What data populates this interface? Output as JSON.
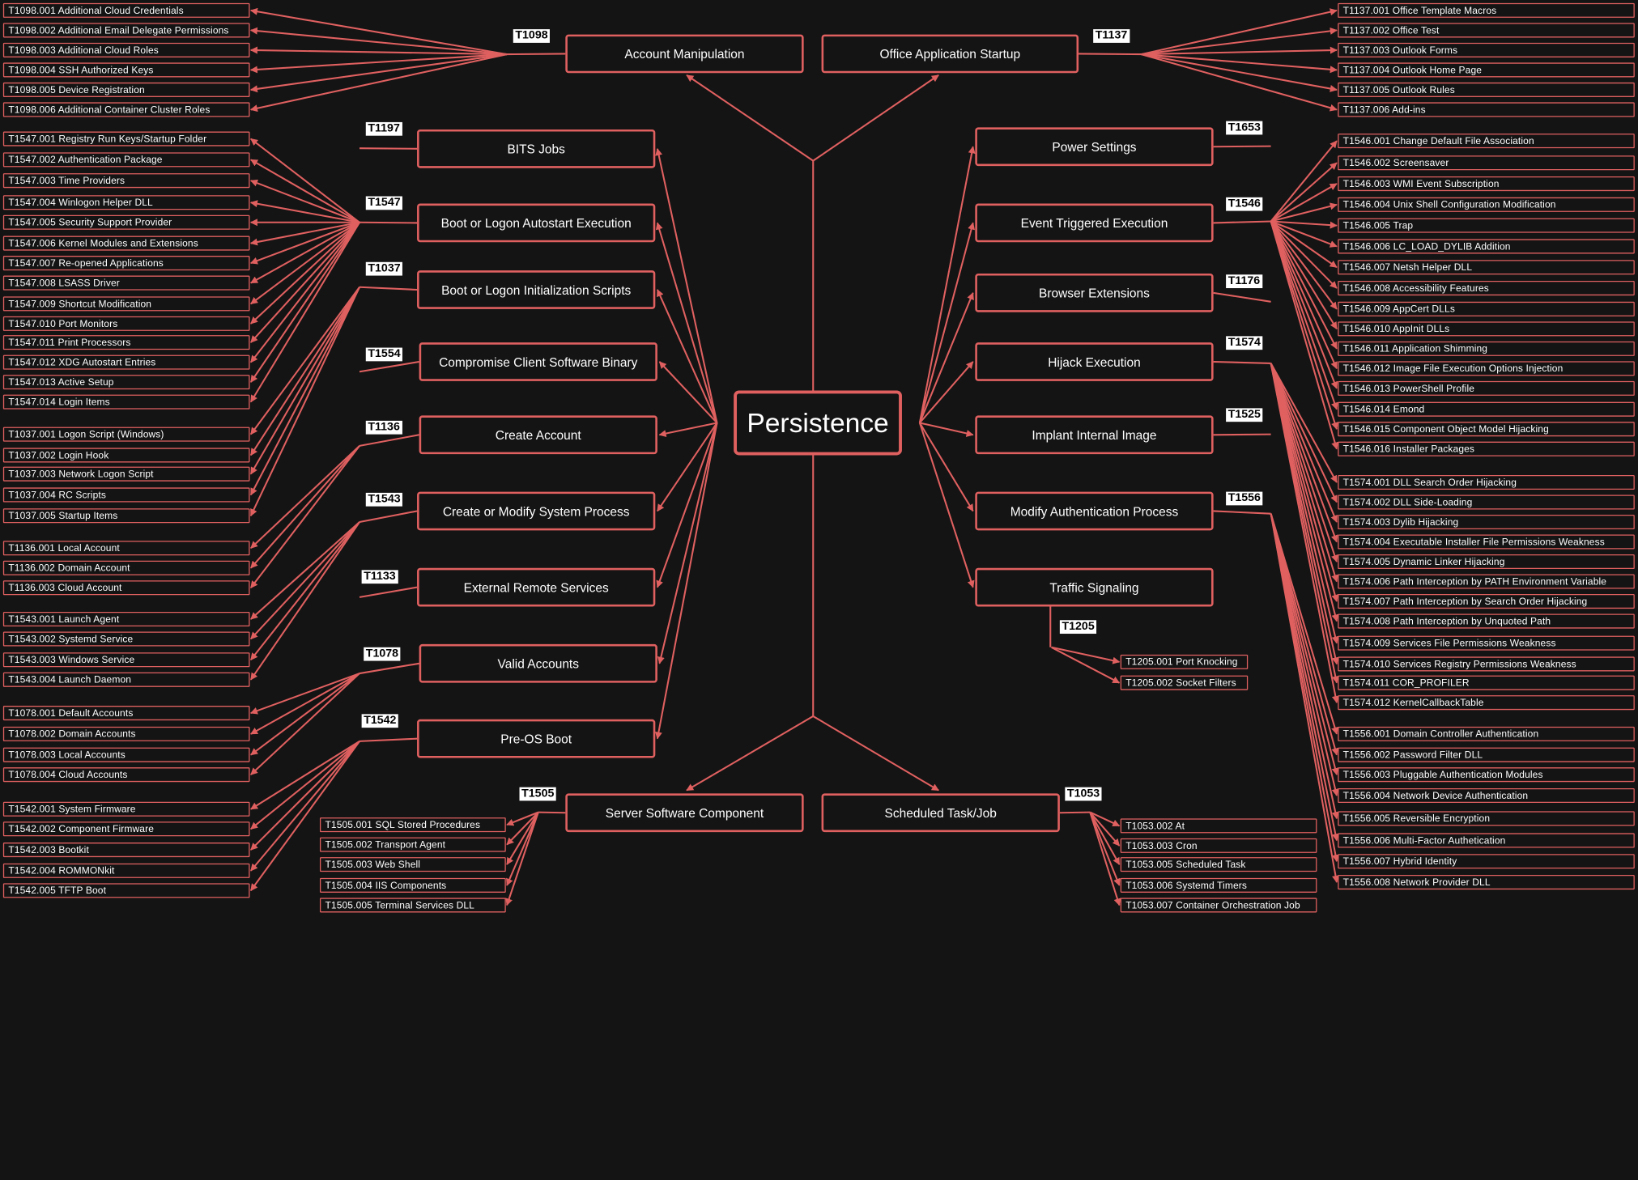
{
  "root": "Persistence",
  "techniques": [
    {
      "key": "t1098",
      "id": "T1098",
      "name": "Account Manipulation",
      "subs": [
        "T1098.001 Additional Cloud Credentials",
        "T1098.002 Additional Email Delegate Permissions",
        "T1098.003 Additional Cloud Roles",
        "T1098.004 SSH Authorized Keys",
        "T1098.005 Device Registration",
        "T1098.006 Additional Container Cluster Roles"
      ]
    },
    {
      "key": "t1137",
      "id": "T1137",
      "name": "Office Application Startup",
      "subs": [
        "T1137.001 Office Template Macros",
        "T1137.002 Office Test",
        "T1137.003 Outlook Forms",
        "T1137.004 Outlook Home Page",
        "T1137.005 Outlook Rules",
        "T1137.006 Add-ins"
      ]
    },
    {
      "key": "t1197",
      "id": "T1197",
      "name": "BITS Jobs",
      "subs": []
    },
    {
      "key": "t1547",
      "id": "T1547",
      "name": "Boot or Logon Autostart Execution",
      "subs": [
        "T1547.001 Registry Run Keys/Startup Folder",
        "T1547.002 Authentication Package",
        "T1547.003 Time Providers",
        "T1547.004 Winlogon Helper DLL",
        "T1547.005 Security Support Provider",
        "T1547.006 Kernel Modules and Extensions",
        "T1547.007 Re-opened Applications",
        "T1547.008 LSASS Driver",
        "T1547.009 Shortcut Modification",
        "T1547.010 Port Monitors",
        "T1547.011 Print Processors",
        "T1547.012 XDG Autostart Entries",
        "T1547.013 Active Setup",
        "T1547.014 Login Items"
      ]
    },
    {
      "key": "t1037",
      "id": "T1037",
      "name": "Boot or Logon Initialization Scripts",
      "subs": [
        "T1037.001 Logon Script (Windows)",
        "T1037.002 Login Hook",
        "T1037.003 Network Logon Script",
        "T1037.004 RC Scripts",
        "T1037.005 Startup Items"
      ]
    },
    {
      "key": "t1554",
      "id": "T1554",
      "name": "Compromise Client Software Binary",
      "subs": []
    },
    {
      "key": "t1136",
      "id": "T1136",
      "name": "Create Account",
      "subs": [
        "T1136.001 Local Account",
        "T1136.002 Domain Account",
        "T1136.003 Cloud Account"
      ]
    },
    {
      "key": "t1543",
      "id": "T1543",
      "name": "Create or Modify System Process",
      "subs": [
        "T1543.001 Launch Agent",
        "T1543.002 Systemd Service",
        "T1543.003 Windows Service",
        "T1543.004 Launch Daemon"
      ]
    },
    {
      "key": "t1133",
      "id": "T1133",
      "name": "External Remote Services",
      "subs": []
    },
    {
      "key": "t1078",
      "id": "T1078",
      "name": "Valid Accounts",
      "subs": [
        "T1078.001 Default Accounts",
        "T1078.002 Domain Accounts",
        "T1078.003 Local Accounts",
        "T1078.004 Cloud Accounts"
      ]
    },
    {
      "key": "t1542",
      "id": "T1542",
      "name": "Pre-OS Boot",
      "subs": [
        "T1542.001 System Firmware",
        "T1542.002 Component Firmware",
        "T1542.003 Bootkit",
        "T1542.004 ROMMONkit",
        "T1542.005 TFTP Boot"
      ]
    },
    {
      "key": "t1505",
      "id": "T1505",
      "name": "Server Software Component",
      "subs": [
        "T1505.001 SQL Stored Procedures",
        "T1505.002 Transport Agent",
        "T1505.003 Web Shell",
        "T1505.004 IIS Components",
        "T1505.005 Terminal Services DLL"
      ]
    },
    {
      "key": "t1053",
      "id": "T1053",
      "name": "Scheduled Task/Job",
      "subs": [
        "T1053.002 At",
        "T1053.003 Cron",
        "T1053.005 Scheduled Task",
        "T1053.006 Systemd Timers",
        "T1053.007 Container Orchestration Job"
      ]
    },
    {
      "key": "t1653",
      "id": "T1653",
      "name": "Power Settings",
      "subs": []
    },
    {
      "key": "t1546",
      "id": "T1546",
      "name": "Event Triggered Execution",
      "subs": [
        "T1546.001 Change Default File Association",
        "T1546.002 Screensaver",
        "T1546.003 WMI Event Subscription",
        "T1546.004 Unix Shell Configuration Modification",
        "T1546.005 Trap",
        "T1546.006 LC_LOAD_DYLIB Addition",
        "T1546.007 Netsh Helper DLL",
        "T1546.008 Accessibility Features",
        "T1546.009 AppCert DLLs",
        "T1546.010 AppInit DLLs",
        "T1546.011 Application Shimming",
        "T1546.012 Image File Execution Options Injection",
        "T1546.013 PowerShell Profile",
        "T1546.014 Emond",
        "T1546.015 Component Object Model Hijacking",
        "T1546.016 Installer Packages"
      ]
    },
    {
      "key": "t1176",
      "id": "T1176",
      "name": "Browser Extensions",
      "subs": []
    },
    {
      "key": "t1574",
      "id": "T1574",
      "name": "Hijack Execution",
      "subs": [
        "T1574.001 DLL Search Order Hijacking",
        "T1574.002 DLL Side-Loading",
        "T1574.003 Dylib Hijacking",
        "T1574.004 Executable Installer File Permissions Weakness",
        "T1574.005 Dynamic Linker Hijacking",
        "T1574.006 Path Interception by PATH Environment Variable",
        "T1574.007 Path Interception by Search Order Hijacking",
        "T1574.008 Path Interception by Unquoted Path",
        "T1574.009 Services File Permissions Weakness",
        "T1574.010 Services Registry Permissions Weakness",
        "T1574.011 COR_PROFILER",
        "T1574.012 KernelCallbackTable"
      ]
    },
    {
      "key": "t1525",
      "id": "T1525",
      "name": "Implant Internal Image",
      "subs": []
    },
    {
      "key": "t1556",
      "id": "T1556",
      "name": "Modify Authentication Process",
      "subs": [
        "T1556.001 Domain Controller Authentication",
        "T1556.002 Password Filter DLL",
        "T1556.003 Pluggable Authentication Modules",
        "T1556.004 Network Device Authentication",
        "T1556.005 Reversible Encryption",
        "T1556.006 Multi-Factor Authetication",
        "T1556.007 Hybrid Identity",
        "T1556.008 Network Provider DLL"
      ]
    },
    {
      "key": "t1205",
      "id": "T1205",
      "name": "Traffic Signaling",
      "subs": [
        "T1205.001 Port Knocking",
        "T1205.002 Socket Filters"
      ]
    }
  ]
}
